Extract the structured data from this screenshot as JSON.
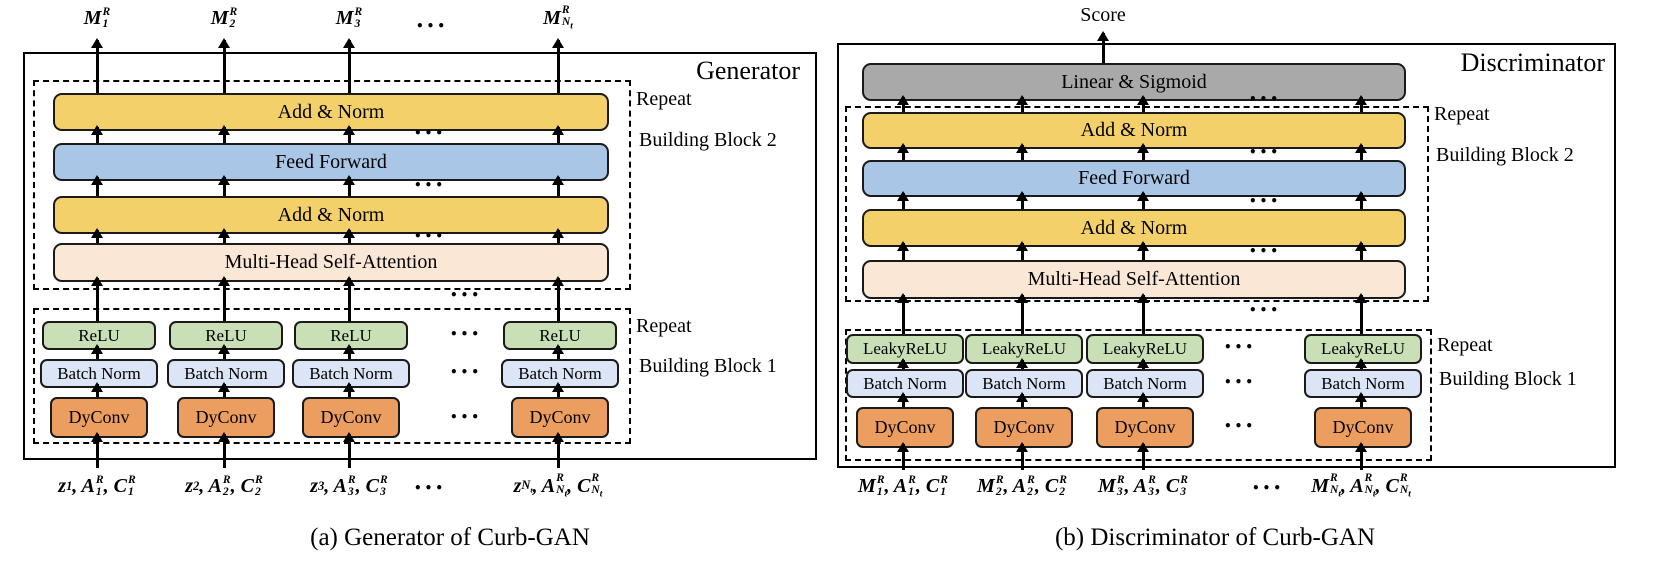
{
  "dots": "•••",
  "generator": {
    "title": "Generator",
    "caption": "(a) Generator of Curb-GAN",
    "repeat_bb2": "Repeat",
    "building_block_2": "Building Block 2",
    "repeat_bb1": "Repeat",
    "building_block_1": "Building Block 1",
    "add_norm": "Add & Norm",
    "feed_forward": "Feed Forward",
    "mhsa": "Multi-Head Self-Attention",
    "relu": "ReLU",
    "batch_norm": "Batch Norm",
    "dyconv": "DyConv",
    "outputs": [
      "M<span class='ss'><span>R</span><span>1</span></span>",
      "M<span class='ss'><span>R</span><span>2</span></span>",
      "M<span class='ss'><span>R</span><span>3</span></span>",
      "M<span class='ss'><span>R</span><span>N<sub>t</sub></span></span>"
    ],
    "inputs": [
      "z<sub>1</sub>, A<span class='ss'><span>R</span><span>1</span></span>, C<span class='ss'><span>R</span><span>1</span></span>",
      "z<sub>2</sub>, A<span class='ss'><span>R</span><span>2</span></span>, C<span class='ss'><span>R</span><span>2</span></span>",
      "z<sub>3</sub>, A<span class='ss'><span>R</span><span>3</span></span>, C<span class='ss'><span>R</span><span>3</span></span>",
      "z<sub>N<sub>t</sub></sub>, A<span class='ss'><span>R</span><span>N<sub>t</sub></span></span>, C<span class='ss'><span>R</span><span>N<sub>t</sub></span></span>"
    ]
  },
  "discriminator": {
    "title": "Discriminator",
    "caption": "(b) Discriminator of Curb-GAN",
    "score": "Score",
    "linear_sigmoid": "Linear & Sigmoid",
    "repeat_bb2": "Repeat",
    "building_block_2": "Building Block 2",
    "repeat_bb1": "Repeat",
    "building_block_1": "Building Block 1",
    "add_norm": "Add & Norm",
    "feed_forward": "Feed Forward",
    "mhsa": "Multi-Head Self-Attention",
    "leaky_relu": "LeakyReLU",
    "batch_norm": "Batch Norm",
    "dyconv": "DyConv",
    "inputs": [
      "M<span class='ss'><span>R</span><span>1</span></span>, A<span class='ss'><span>R</span><span>1</span></span>, C<span class='ss'><span>R</span><span>1</span></span>",
      "M<span class='ss'><span>R</span><span>2</span></span>, A<span class='ss'><span>R</span><span>2</span></span>, C<span class='ss'><span>R</span><span>2</span></span>",
      "M<span class='ss'><span>R</span><span>3</span></span>, A<span class='ss'><span>R</span><span>3</span></span>, C<span class='ss'><span>R</span><span>3</span></span>",
      "M<span class='ss'><span>R</span><span>N<sub>t</sub></span></span>, A<span class='ss'><span>R</span><span>N<sub>t</sub></span></span>, C<span class='ss'><span>R</span><span>N<sub>t</sub></span></span>"
    ]
  }
}
